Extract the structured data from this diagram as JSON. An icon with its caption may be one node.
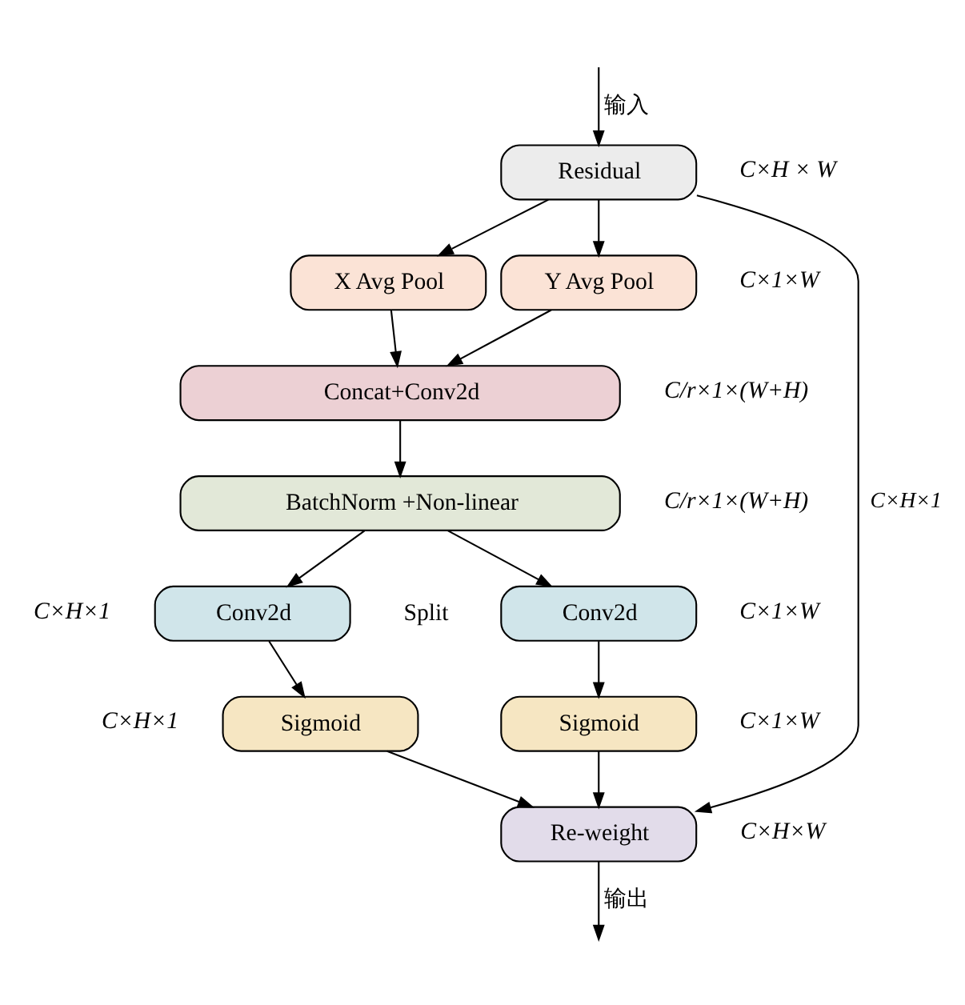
{
  "diagram": {
    "nodes": [
      {
        "text": [
          "Residual"
        ],
        "beside": [
          "C×H × W"
        ]
      },
      {
        "text": [
          "X Avg Pool"
        ]
      },
      {
        "text": [
          "Y Avg Pool"
        ],
        "beside": [
          "C×1×W"
        ]
      },
      {
        "text": [
          "Concat+Conv2d"
        ],
        "beside": [
          "C/r×1×(W+H)"
        ]
      },
      {
        "text": [
          "BatchNorm +Non-linear"
        ],
        "beside": [
          "C/r×1×(W+H)"
        ]
      },
      {
        "text": [
          "Conv2d"
        ],
        "beside": [
          "C×H×1"
        ]
      },
      {
        "text": [
          "Conv2d"
        ],
        "beside": [
          "C×1×W"
        ]
      },
      {
        "text": [
          "Sigmoid"
        ],
        "beside": [
          "C×H×1"
        ]
      },
      {
        "text": [
          "Sigmoid"
        ],
        "beside": [
          "C×1×W"
        ]
      },
      {
        "text": [
          "Re-weight"
        ],
        "beside": [
          "C×H×W"
        ]
      }
    ],
    "edges": [
      {
        "from": null,
        "to": 0,
        "arrow": "to",
        "label": "输入"
      },
      {
        "from": 0,
        "to": 9,
        "arrow": "to",
        "label": "C×H×1"
      },
      {
        "from": 0,
        "to": 1,
        "arrow": "to"
      },
      {
        "from": 0,
        "to": 2,
        "arrow": "to"
      },
      {
        "from": 1,
        "to": 3,
        "arrow": "to"
      },
      {
        "from": 2,
        "to": 3,
        "arrow": "to"
      },
      {
        "from": 3,
        "to": 4,
        "arrow": "to"
      },
      {
        "from": 4,
        "to": 5,
        "arrow": "to"
      },
      {
        "from": 4,
        "to": 6,
        "arrow": "to"
      },
      {
        "from": 5,
        "to": 7,
        "arrow": "to"
      },
      {
        "from": 6,
        "to": 8,
        "arrow": "to"
      },
      {
        "from": 7,
        "to": 9,
        "arrow": "to"
      },
      {
        "from": 8,
        "to": 9,
        "arrow": "to"
      },
      {
        "from": 9,
        "to": null,
        "arrow": "to",
        "label": "输出"
      }
    ],
    "labels": [
      "Split"
    ]
  }
}
